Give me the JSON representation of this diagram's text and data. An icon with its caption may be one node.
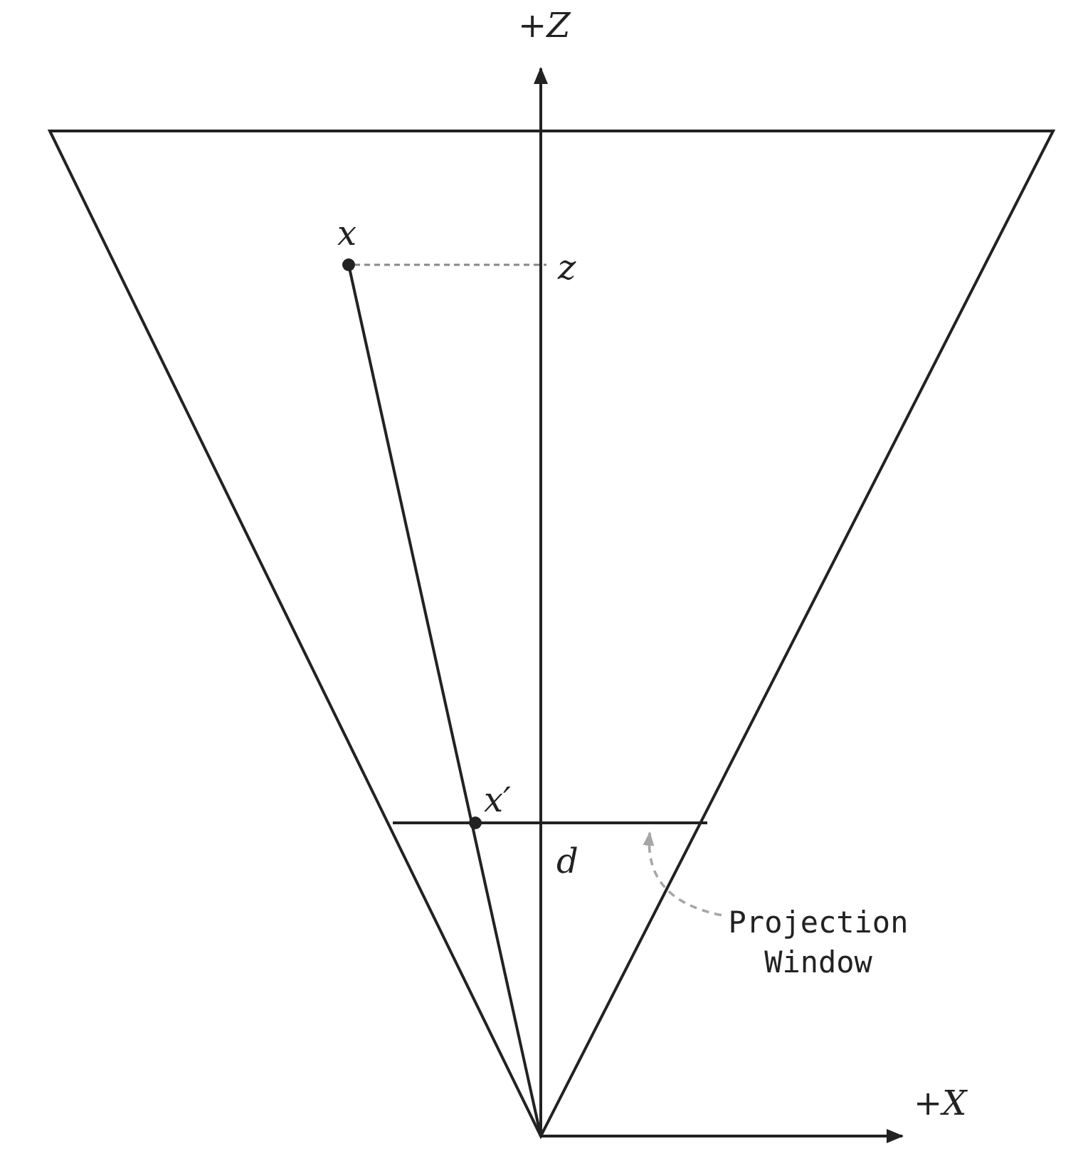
{
  "diagram": {
    "nodes": [
      {
        "text": [
          "Projection Window"
        ]
      },
      {
        "text": [],
        "shape": "bar"
      }
    ],
    "edges": [
      {
        "from": 0,
        "to": 1,
        "arrow": "to",
        "style": "dashed",
        "color": "#a6a6a6"
      }
    ],
    "labels": [
      "+Z",
      "x",
      "z",
      "x′",
      "d",
      "+X"
    ]
  }
}
